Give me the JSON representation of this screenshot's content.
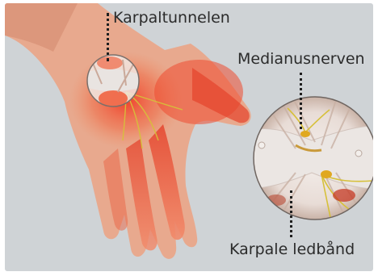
{
  "labels": {
    "carpal_tunnel": "Karpaltunnelen",
    "median_nerve": "Medianusnerven",
    "carpal_ligament": "Karpale ledbånd"
  },
  "colors": {
    "background": "#cfd3d6",
    "skin": "#e8a98e",
    "inflammation": "#e0412c",
    "nerve": "#d6c03a",
    "ligament": "#e9e4e1",
    "callout_ring": "#7a6f6a",
    "label_text": "#2b2b2b"
  }
}
